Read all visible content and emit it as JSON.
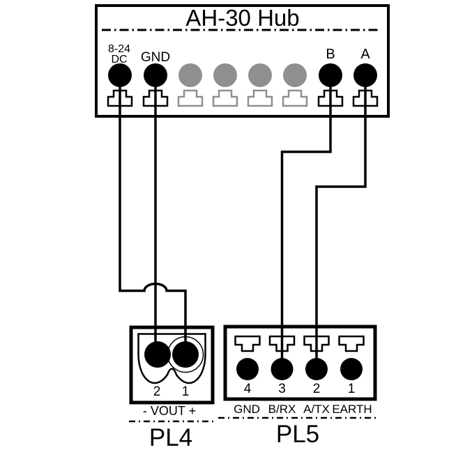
{
  "colors": {
    "ink": "#000000",
    "inactive_terminal": "#8f8f8f",
    "background": "#ffffff"
  },
  "hub": {
    "title": "AH-30 Hub",
    "terminals": [
      {
        "id": "power",
        "label_line1": "8-24",
        "label_line2": "DC",
        "state": "active"
      },
      {
        "id": "gnd",
        "label": "GND",
        "state": "active"
      },
      {
        "id": "unused-1",
        "label": "",
        "state": "inactive"
      },
      {
        "id": "unused-2",
        "label": "",
        "state": "inactive"
      },
      {
        "id": "unused-3",
        "label": "",
        "state": "inactive"
      },
      {
        "id": "unused-4",
        "label": "",
        "state": "inactive"
      },
      {
        "id": "b",
        "label": "B",
        "state": "active"
      },
      {
        "id": "a",
        "label": "A",
        "state": "active"
      }
    ]
  },
  "pl4": {
    "name": "PL4",
    "caption": "- VOUT +",
    "pins": [
      {
        "number": "2",
        "ringed": false
      },
      {
        "number": "1",
        "ringed": true
      }
    ]
  },
  "pl5": {
    "name": "PL5",
    "pins": [
      {
        "number": "4",
        "label": "GND"
      },
      {
        "number": "3",
        "label": "B/RX"
      },
      {
        "number": "2",
        "label": "A/TX"
      },
      {
        "number": "1",
        "label": "EARTH"
      }
    ]
  },
  "connections": [
    {
      "from": "AH-30 Hub 8-24 DC",
      "to": "PL4 pin 1 (VOUT +)"
    },
    {
      "from": "AH-30 Hub GND",
      "to": "PL4 pin 2 (VOUT -)"
    },
    {
      "from": "AH-30 Hub B",
      "to": "PL5 pin 3 (B/RX)"
    },
    {
      "from": "AH-30 Hub A",
      "to": "PL5 pin 2 (A/TX)"
    }
  ]
}
